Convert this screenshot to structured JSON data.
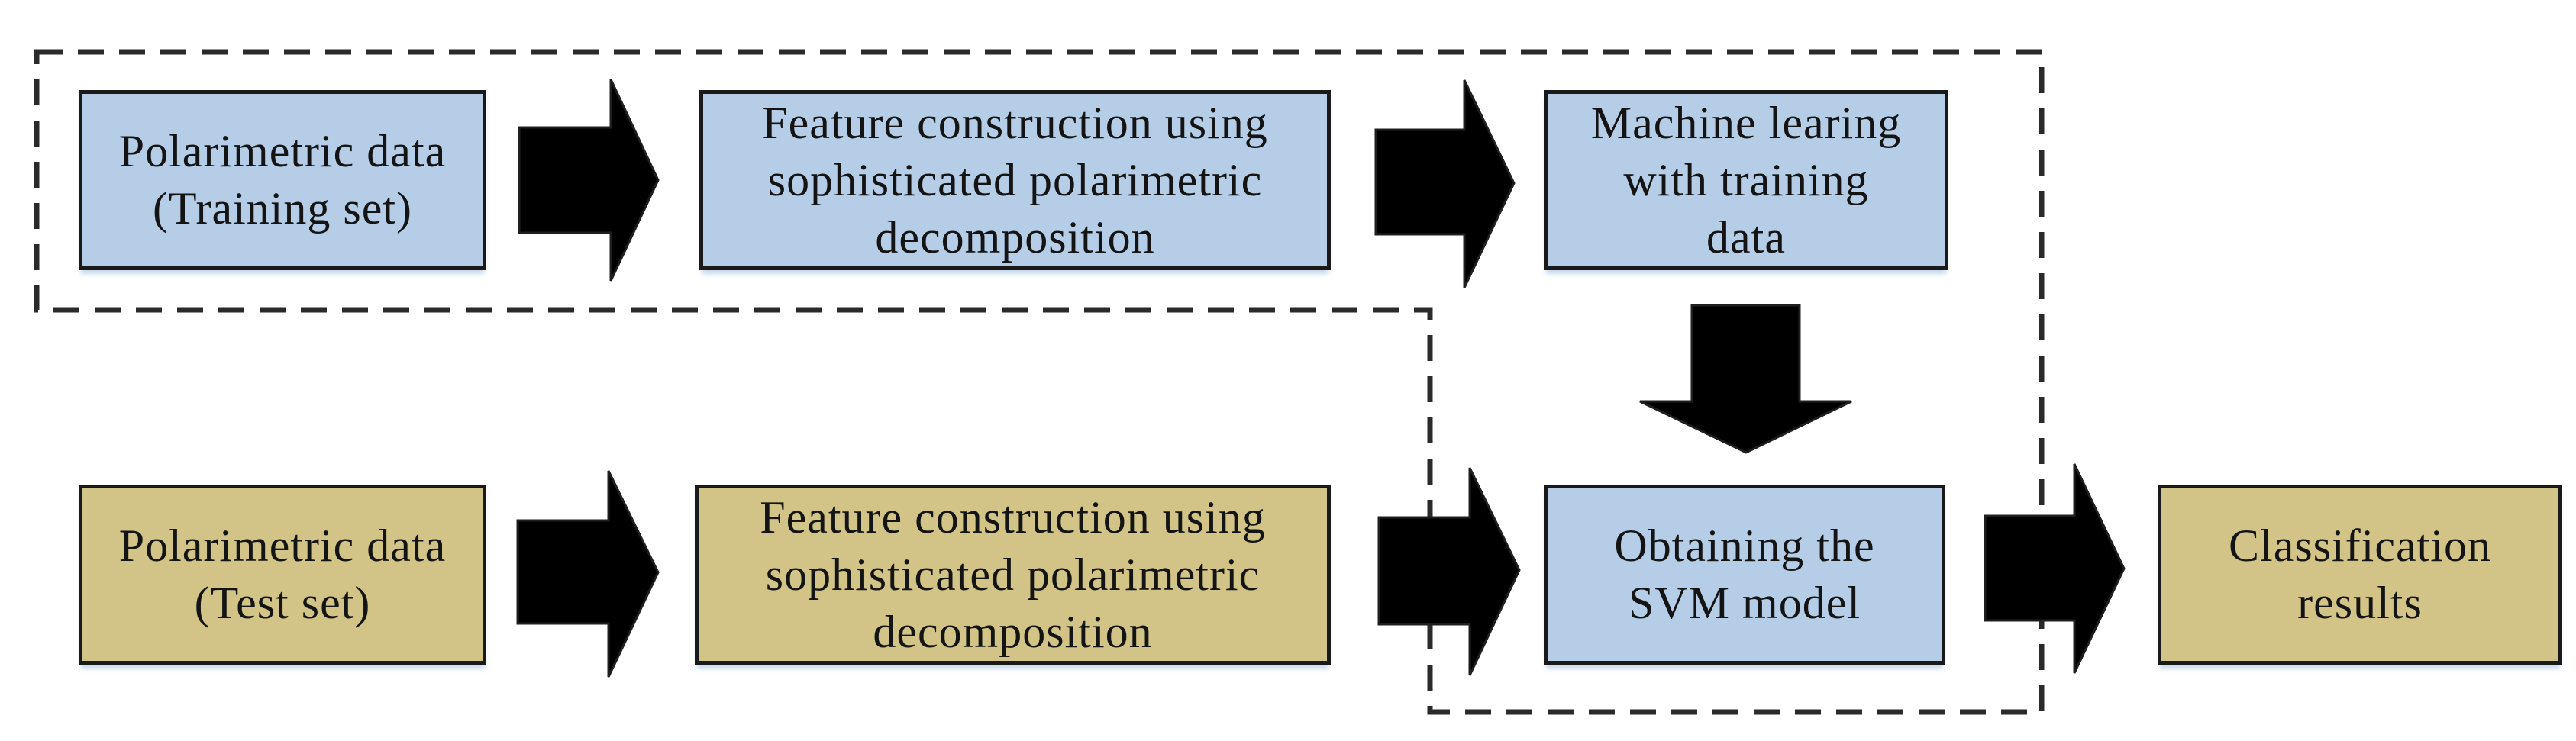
{
  "figure": {
    "boxes": {
      "polarimetric_training": {
        "lines": [
          "Polarimetric data",
          "(Training set)"
        ]
      },
      "feature_training": {
        "lines": [
          "Feature construction using",
          "sophisticated polarimetric",
          "decomposition"
        ]
      },
      "machine_learning": {
        "lines": [
          "Machine learing",
          "with training",
          "data"
        ]
      },
      "polarimetric_test": {
        "lines": [
          "Polarimetric data",
          "(Test set)"
        ]
      },
      "feature_test": {
        "lines": [
          "Feature construction using",
          "sophisticated polarimetric",
          "decomposition"
        ]
      },
      "svm_model": {
        "lines": [
          "Obtaining the",
          "SVM model"
        ]
      },
      "classification": {
        "lines": [
          "Classification",
          "results"
        ]
      }
    },
    "colors": {
      "training_fill": "#b5cde7",
      "test_fill": "#d2c386",
      "box_border": "#1a1a1a",
      "arrow_fill": "#000000",
      "dashed_line": "#2a2a2a",
      "text_color": "#141414"
    }
  }
}
